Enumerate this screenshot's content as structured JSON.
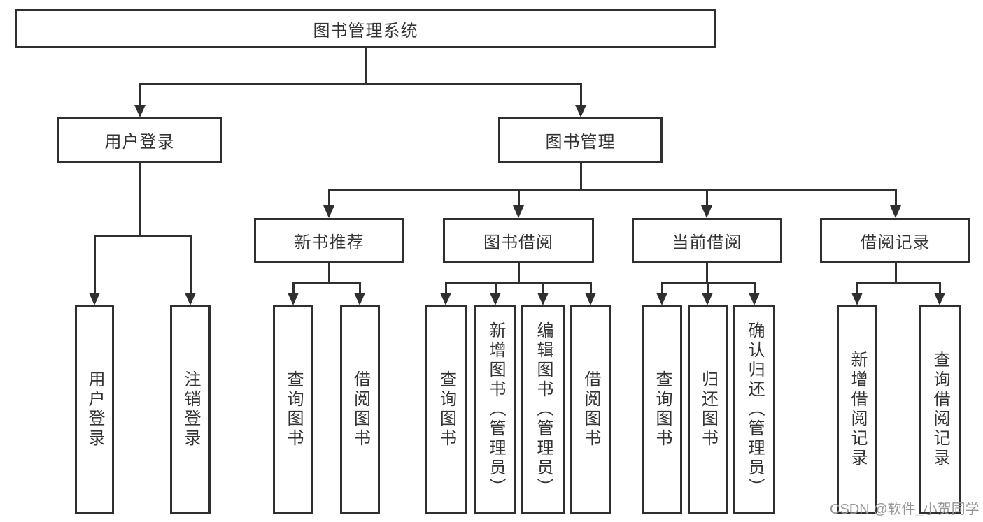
{
  "diagram": {
    "title": "图书管理系统",
    "watermark": "CSDN @软件_小贺同学",
    "colors": {
      "line": "#2f2f2f",
      "text": "#333333",
      "background": "#ffffff",
      "watermark": "#979797"
    },
    "tree": {
      "root": {
        "label": "图书管理系统",
        "children": [
          {
            "label": "用户登录",
            "children": [
              {
                "label": "用户登录"
              },
              {
                "label": "注销登录"
              }
            ]
          },
          {
            "label": "图书管理",
            "children": [
              {
                "label": "新书推荐",
                "children": [
                  {
                    "label": "查询图书"
                  },
                  {
                    "label": "借阅图书"
                  }
                ]
              },
              {
                "label": "图书借阅",
                "children": [
                  {
                    "label": "查询图书"
                  },
                  {
                    "label": "新增图书（管理员）"
                  },
                  {
                    "label": "编辑图书（管理员）"
                  },
                  {
                    "label": "借阅图书"
                  }
                ]
              },
              {
                "label": "当前借阅",
                "children": [
                  {
                    "label": "查询图书"
                  },
                  {
                    "label": "归还图书"
                  },
                  {
                    "label": "确认归还（管理员）"
                  }
                ]
              },
              {
                "label": "借阅记录",
                "children": [
                  {
                    "label": "新增借阅记录"
                  },
                  {
                    "label": "查询借阅记录"
                  }
                ]
              }
            ]
          }
        ]
      }
    }
  }
}
